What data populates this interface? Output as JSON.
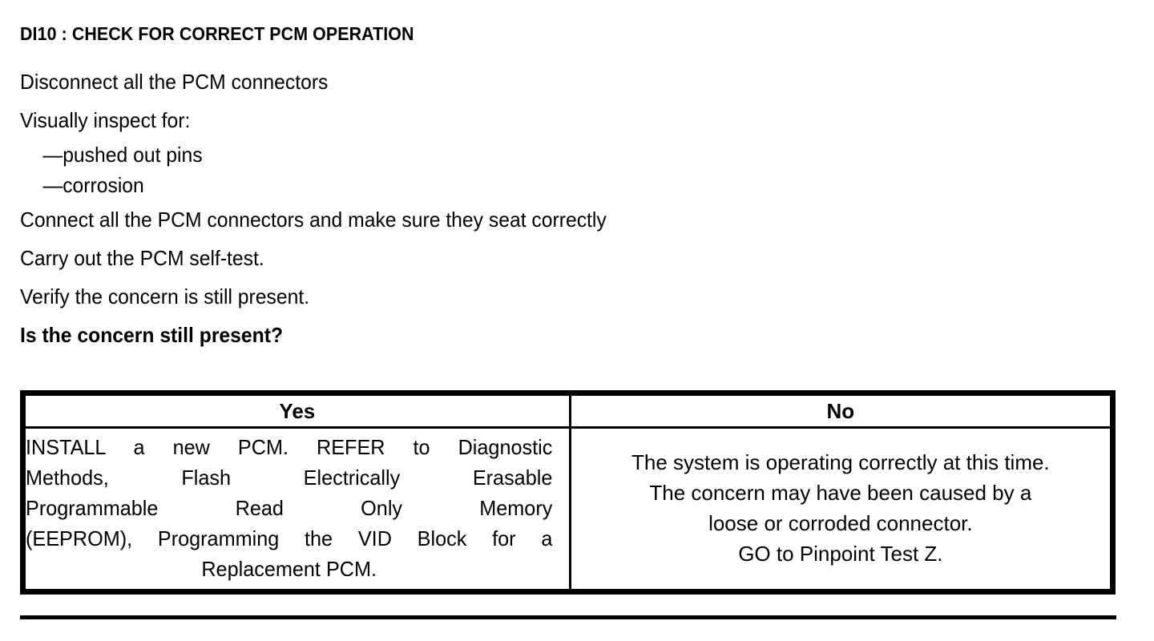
{
  "document": {
    "step_id": "DI10",
    "title": "DI10 : CHECK FOR CORRECT PCM OPERATION"
  },
  "instructions": [
    {
      "text": "Disconnect all the PCM connectors",
      "style": "normal",
      "indent": false
    },
    {
      "text": "Visually inspect for:",
      "style": "normal",
      "indent": false
    },
    {
      "text": "—pushed out pins",
      "style": "normal",
      "indent": true
    },
    {
      "text": "—corrosion",
      "style": "normal",
      "indent": true
    },
    {
      "text": "Connect all the PCM connectors and make sure they seat correctly",
      "style": "normal",
      "indent": false
    },
    {
      "text": "Carry out the PCM self-test.",
      "style": "normal",
      "indent": false
    },
    {
      "text": "Verify the concern is still present.",
      "style": "normal",
      "indent": false
    },
    {
      "text": "Is the concern still present?",
      "style": "bold",
      "indent": false
    }
  ],
  "decision_table": {
    "headers": {
      "yes": "Yes",
      "no": "No"
    },
    "yes_cell": {
      "full_text": "INSTALL a new PCM. REFER to Diagnostic Methods, Flash Electrically Erasable Programmable Read Only Memory (EEPROM), Programming the VID Block for a Replacement PCM.",
      "lines": [
        "INSTALL a new PCM. REFER to Diagnostic",
        "Methods, Flash Electrically Erasable",
        "Programmable Read Only Memory",
        "(EEPROM), Programming the VID Block for a",
        "Replacement PCM."
      ]
    },
    "no_cell": {
      "full_text": "The system is operating correctly at this time. The concern may have been caused by a loose or corroded connector. GO to Pinpoint Test Z.",
      "lines": [
        "The system is operating correctly at this time.",
        "The concern may have been caused by a",
        "loose or corroded connector.",
        "GO to Pinpoint Test Z."
      ]
    }
  },
  "colors": {
    "ink": "#000000",
    "paper": "#ffffff"
  }
}
